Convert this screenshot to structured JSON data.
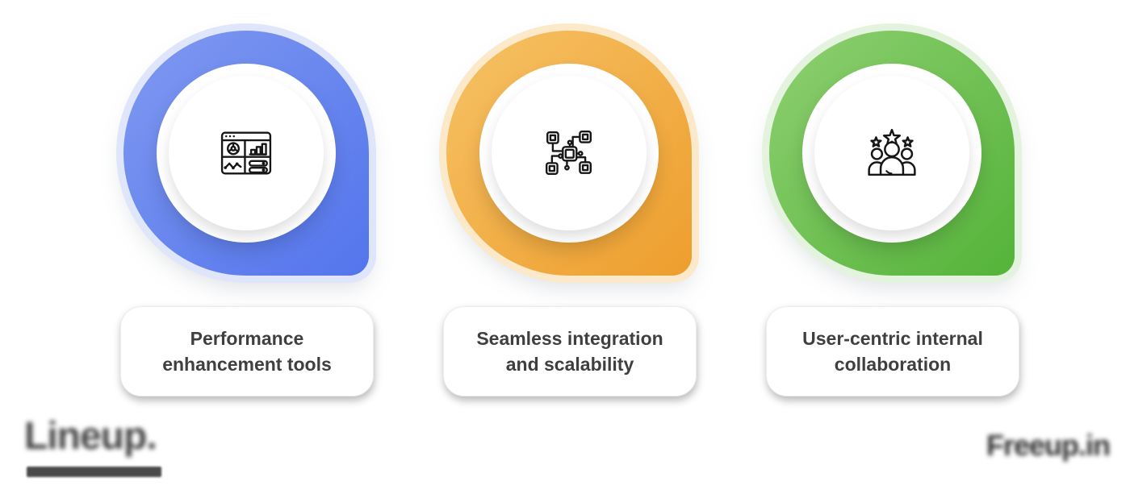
{
  "page": {
    "background": "#ffffff"
  },
  "features": [
    {
      "icon": "dashboard-analytics-icon",
      "label": "Performance enhancement tools",
      "lines": [
        "Performance",
        "enhancement tools"
      ],
      "colors": {
        "light": "#8099F0",
        "dark": "#5375ED",
        "halo": "#DFE6FB"
      }
    },
    {
      "icon": "network-integration-icon",
      "label": "Seamless integration and scalability",
      "lines": [
        "Seamless integration",
        "and scalability"
      ],
      "colors": {
        "light": "#F6C266",
        "dark": "#EE9E2D",
        "halo": "#FBE9C9"
      }
    },
    {
      "icon": "team-rating-icon",
      "label": "User-centric internal collaboration",
      "lines": [
        "User-centric internal",
        "collaboration"
      ],
      "colors": {
        "light": "#8FD072",
        "dark": "#54B339",
        "halo": "#E4F3DE"
      }
    }
  ],
  "footer": {
    "left_logo_text": "Lineup.",
    "right_logo_text": "Freeup.in",
    "text_color": "#454545"
  }
}
